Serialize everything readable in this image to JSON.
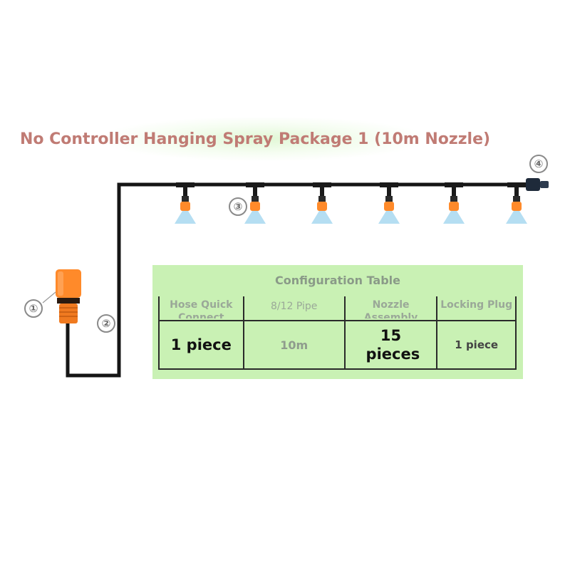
{
  "title": "No Controller Hanging Spray Package 1 (10m Nozzle)",
  "callouts": [
    "①",
    "②",
    "③",
    "④"
  ],
  "colors": {
    "title": "#c07b74",
    "hose_orange": "#ff8a2a",
    "pipe": "#1a1a1a",
    "spray": "#a8d8f0",
    "panel_bg": "#c9f1b4"
  },
  "config_table": {
    "title": "Configuration Table",
    "headers": [
      "Hose Quick Connect",
      "8/12 Pipe",
      "Nozzle Assembly",
      "Locking Plug"
    ],
    "values": [
      "1 piece",
      "10m",
      "15 pieces",
      "1 piece"
    ]
  }
}
